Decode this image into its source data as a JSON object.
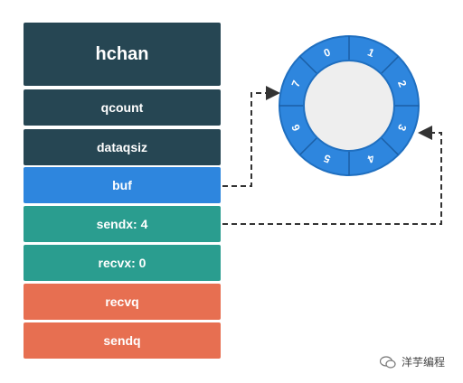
{
  "struct": {
    "title": "hchan",
    "fields": [
      "qcount",
      "dataqsiz",
      "buf",
      "sendx: 4",
      "recvx: 0",
      "recvq",
      "sendq"
    ]
  },
  "ring": {
    "slots": [
      "0",
      "1",
      "2",
      "3",
      "4",
      "5",
      "6",
      "7"
    ]
  },
  "watermark": {
    "text": "洋芋编程"
  },
  "colors": {
    "dark": "#264653",
    "buf": "#2e86de",
    "index": "#2a9d8f",
    "queue": "#e76f51",
    "ring": "#2e86de",
    "ring_center": "#eeeeee"
  }
}
